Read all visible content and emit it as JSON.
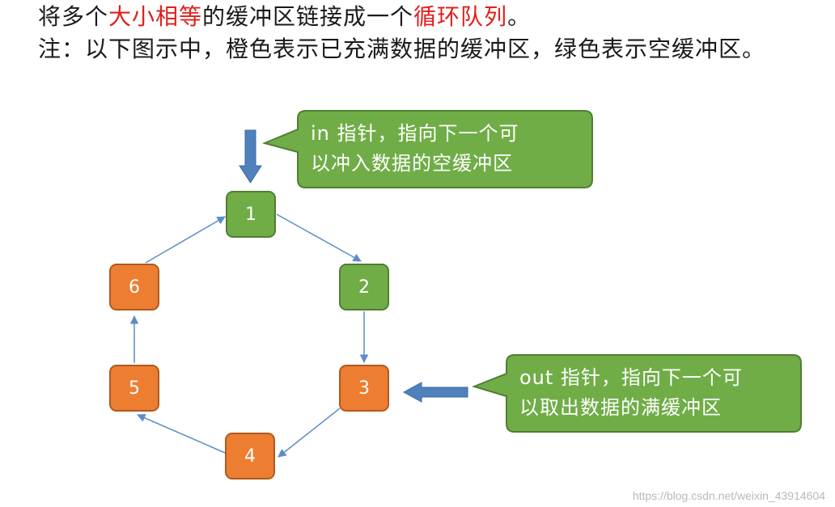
{
  "intro": {
    "line1_prefix": "将多个",
    "line1_highlight1": "大小相等",
    "line1_middle": "的缓冲区链接成一个",
    "line1_highlight2": "循环队列",
    "line1_suffix": "。",
    "line2": "注：以下图示中，橙色表示已充满数据的缓冲区，绿色表示空缓冲区。"
  },
  "buffers": [
    {
      "label": "1",
      "state": "empty"
    },
    {
      "label": "2",
      "state": "empty"
    },
    {
      "label": "3",
      "state": "full"
    },
    {
      "label": "4",
      "state": "full"
    },
    {
      "label": "5",
      "state": "full"
    },
    {
      "label": "6",
      "state": "full"
    }
  ],
  "in_pointer": {
    "line1": "in 指针，指向下一个可",
    "line2": "以冲入数据的空缓冲区"
  },
  "out_pointer": {
    "line1": "out 指针，指向下一个可",
    "line2": "以取出数据的满缓冲区"
  },
  "watermark": "https://blog.csdn.net/weixin_43914604",
  "colors": {
    "empty_fill": "#70ad47",
    "full_fill": "#ed7d31",
    "pointer_arrow": "#4f81bd",
    "highlight_text": "#e0201b"
  }
}
